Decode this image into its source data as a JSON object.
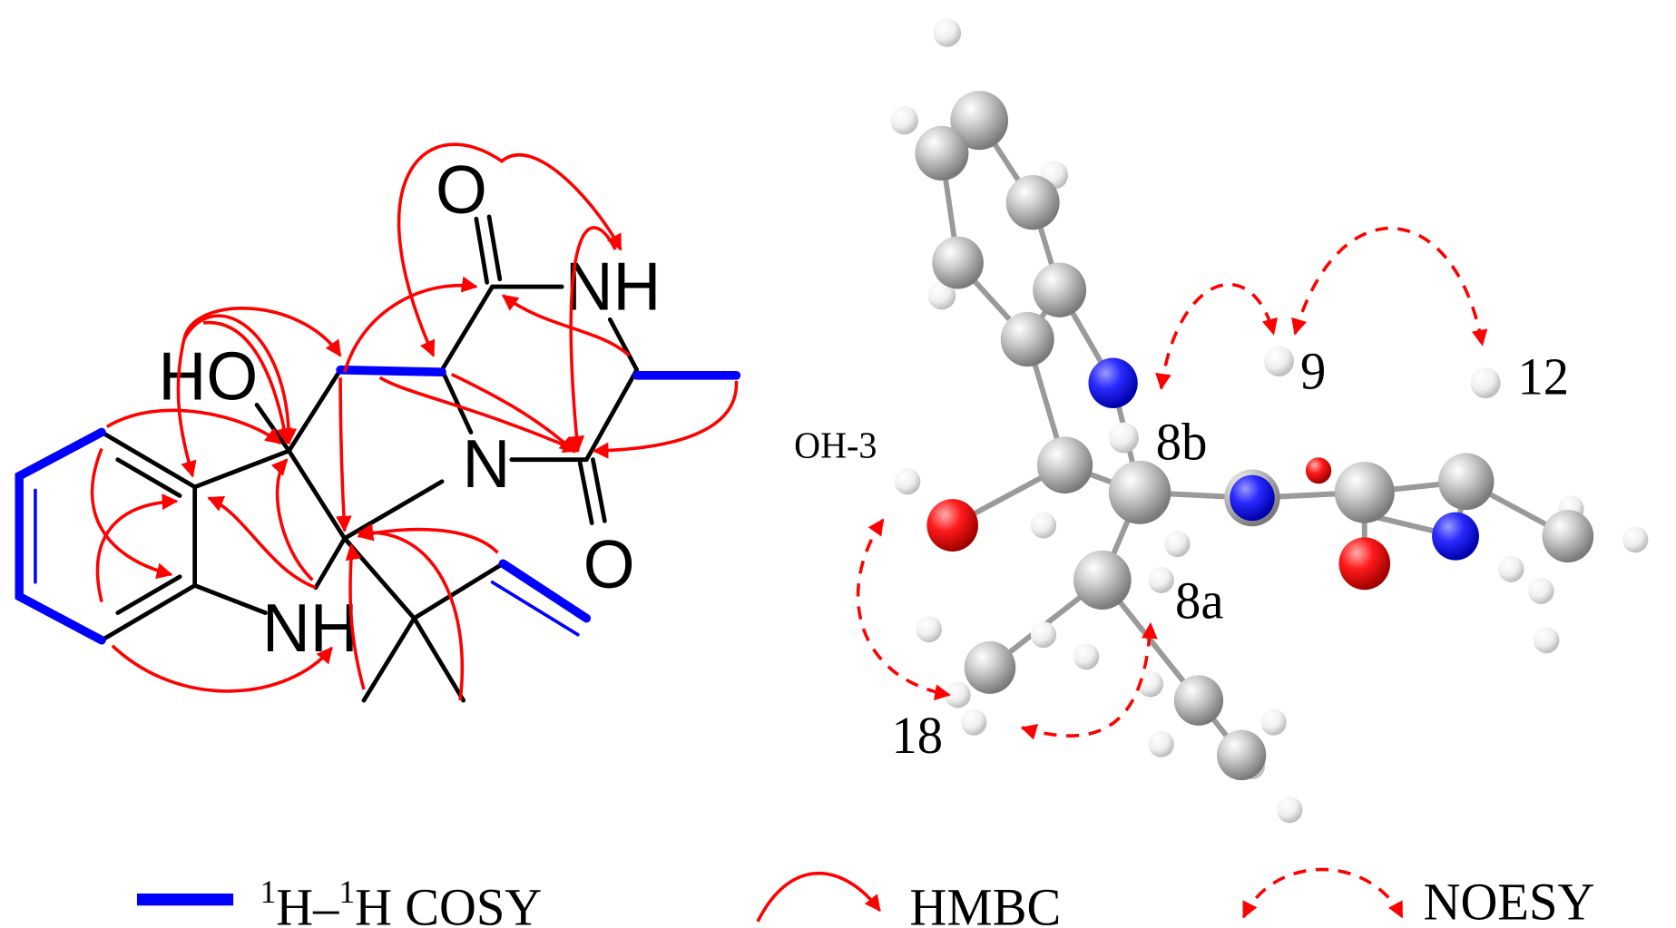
{
  "structure": {
    "atoms": {
      "o_top": "O",
      "nh_amide": "NH",
      "ho": "HO",
      "n_ring": "N",
      "o_bottom": "O",
      "nh_indoline": "NH"
    }
  },
  "model": {
    "labels": {
      "h9": "9",
      "h12": "12",
      "oh3": "OH-3",
      "h8b": "8b",
      "h8a": "8a",
      "h18": "18"
    }
  },
  "legend": {
    "cosy": {
      "prefix": "1",
      "mid": "H–",
      "sup2": "1",
      "suffix": "H COSY"
    },
    "hmbc": "HMBC",
    "noesy": "NOESY"
  },
  "colors": {
    "cosy": "#0000ff",
    "hmbc": "#ff0000",
    "noesy": "#ff0000",
    "carbon": "#a9a9a9",
    "hydrogen": "#ececec",
    "nitrogen": "#1a1aff",
    "oxygen": "#ee1010"
  }
}
